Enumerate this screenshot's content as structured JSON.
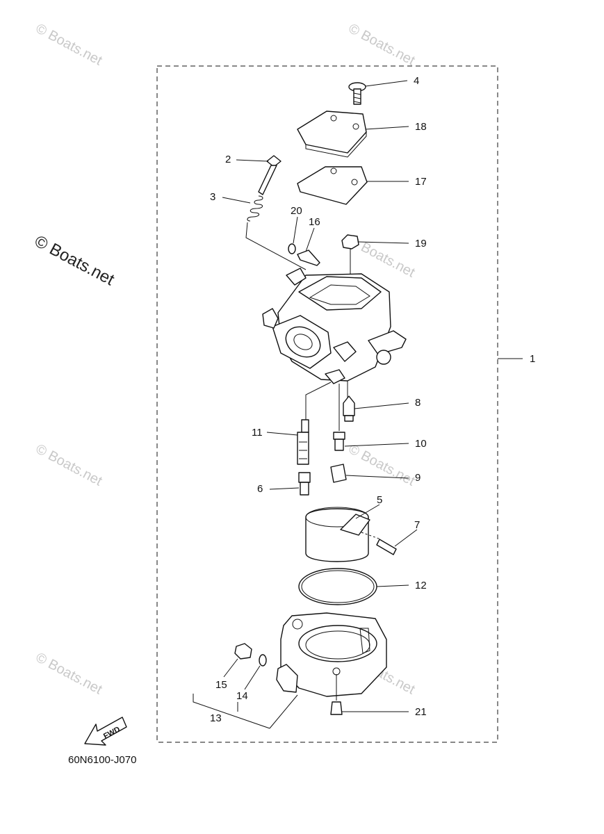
{
  "watermark": "© Boats.net",
  "diagram_code": "60N6100-J070",
  "fwd_label": "FWD",
  "callouts": [
    "1",
    "2",
    "3",
    "4",
    "5",
    "6",
    "7",
    "8",
    "9",
    "10",
    "11",
    "12",
    "13",
    "14",
    "15",
    "16",
    "17",
    "18",
    "19",
    "20",
    "21"
  ],
  "parts": [
    {
      "ref": "1",
      "name": "carburetor-assembly"
    },
    {
      "ref": "2",
      "name": "screw"
    },
    {
      "ref": "3",
      "name": "spring"
    },
    {
      "ref": "4",
      "name": "screw"
    },
    {
      "ref": "5",
      "name": "float"
    },
    {
      "ref": "6",
      "name": "jet"
    },
    {
      "ref": "7",
      "name": "float-pin"
    },
    {
      "ref": "8",
      "name": "needle-valve"
    },
    {
      "ref": "9",
      "name": "jet"
    },
    {
      "ref": "10",
      "name": "jet"
    },
    {
      "ref": "11",
      "name": "nozzle"
    },
    {
      "ref": "12",
      "name": "o-ring"
    },
    {
      "ref": "13",
      "name": "screw-set"
    },
    {
      "ref": "14",
      "name": "washer"
    },
    {
      "ref": "15",
      "name": "screw"
    },
    {
      "ref": "16",
      "name": "pilot-screw"
    },
    {
      "ref": "17",
      "name": "gasket"
    },
    {
      "ref": "18",
      "name": "cover"
    },
    {
      "ref": "19",
      "name": "plug"
    },
    {
      "ref": "20",
      "name": "o-ring"
    },
    {
      "ref": "21",
      "name": "screw"
    }
  ]
}
